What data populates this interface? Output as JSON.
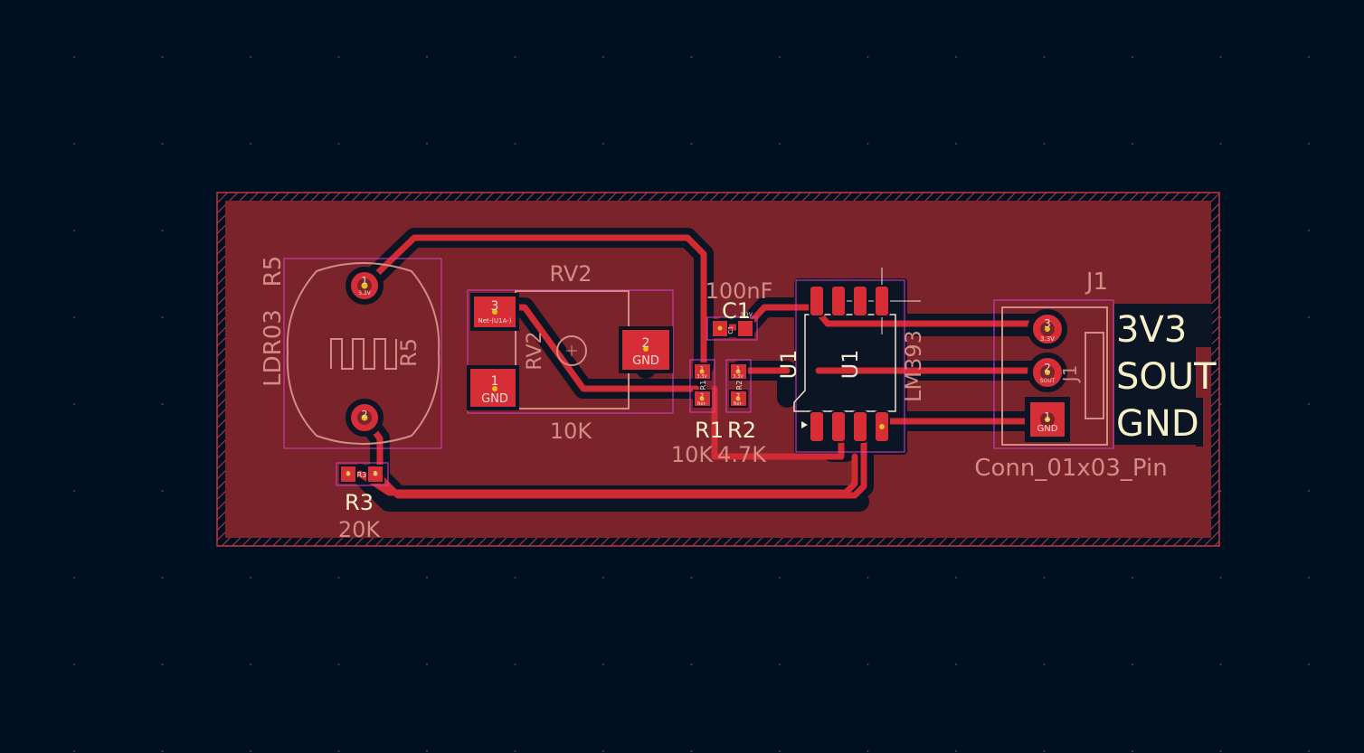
{
  "colors": {
    "background": "#001023",
    "grid_dot": "#3a4a5e",
    "board_fill": "#7a232a",
    "board_edge": "#c8343c",
    "trace": "#d22a33",
    "clearance": "#0b1524",
    "pad": "#d62d37",
    "silk_dim": "#d28c84",
    "silk_bright": "#f5f0c8",
    "courtyard": "#d83fc0",
    "fab_outline": "#e0b0b0"
  },
  "components": {
    "r5": {
      "ref_top": "R5",
      "ref_inner": "R5",
      "value": "LDR03",
      "pad1": "1",
      "pad2": "2",
      "pad1_net": "3.3V"
    },
    "rv2": {
      "ref": "RV2",
      "ref_inner": "RV2",
      "value": "10K",
      "pad3": "3",
      "pad3_net": "Net-(U1A-)",
      "pad1": "1",
      "pad1_net": "GND",
      "pad2": "2",
      "pad2_net": "GND"
    },
    "c1": {
      "ref": "C1",
      "value": "100nF",
      "ref_inner": "C1",
      "pad1": "1",
      "pad1_net": "3.3V"
    },
    "r1": {
      "ref": "R1",
      "value": "10K",
      "ref_inner": "R1",
      "pad1": "1",
      "pad1_net": "3.3V",
      "pad2": "2",
      "pad2_net": "Net-"
    },
    "r2": {
      "ref": "R2",
      "value": "4.7K",
      "ref_inner": "R2",
      "pad1": "1",
      "pad1_net": "3.3V",
      "pad2": "2",
      "pad2_net": "Net-"
    },
    "r3": {
      "ref": "R3",
      "value": "20K",
      "ref_inner": "R3",
      "pad1": "1",
      "pad2": "2"
    },
    "u1": {
      "ref": "U1",
      "ref_inner": "U1",
      "value": "LM393"
    },
    "j1": {
      "ref": "J1",
      "ref_inner": "J1",
      "value": "Conn_01x03_Pin",
      "pad3": "3",
      "pad3_net": "3.3V",
      "pad2": "2",
      "pad2_net": "SOUT",
      "pad1": "1",
      "pad1_net": "GND"
    }
  },
  "connector_labels": {
    "line1": "3V3",
    "line2": "SOUT",
    "line3": "GND"
  }
}
